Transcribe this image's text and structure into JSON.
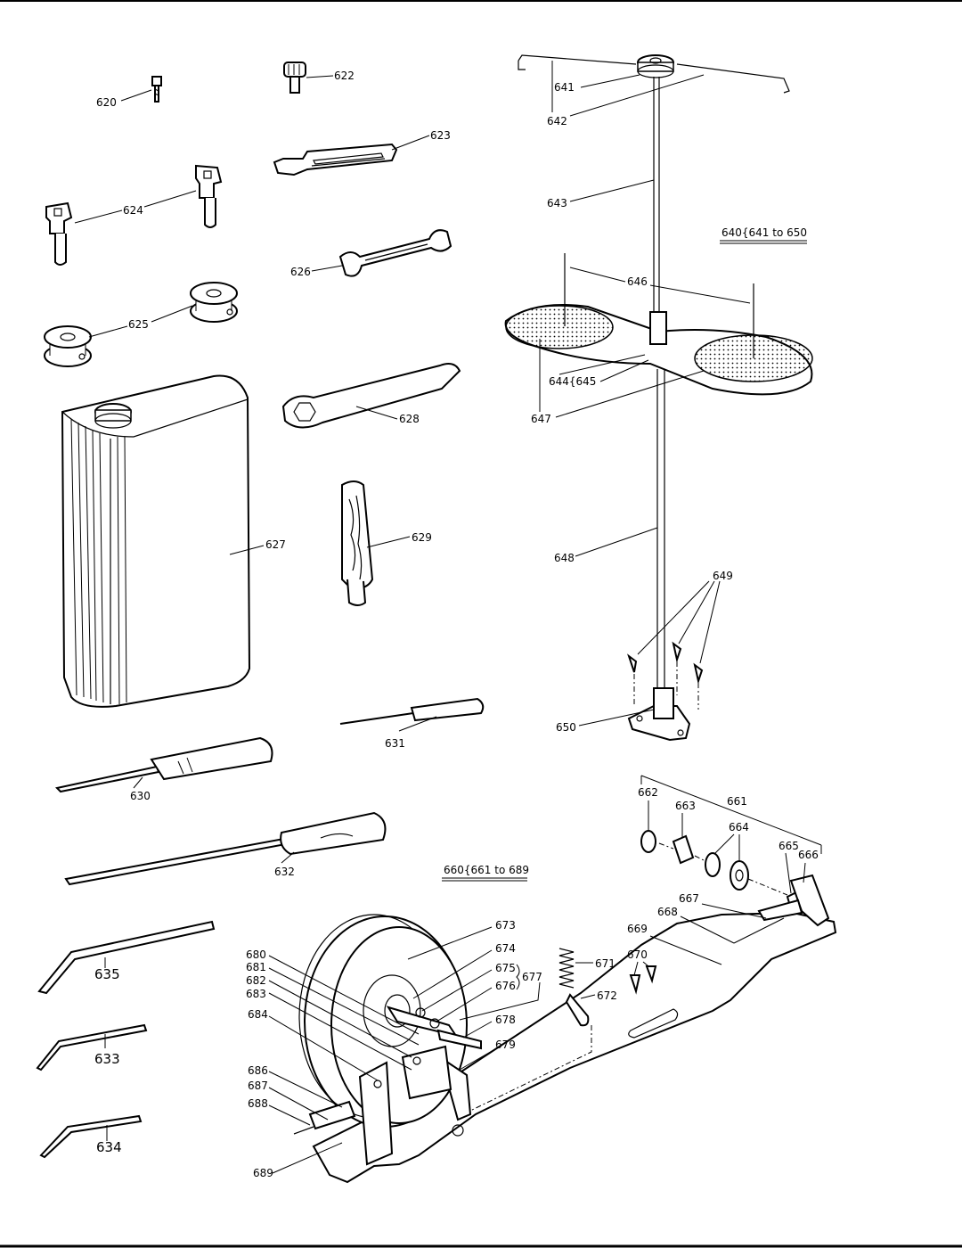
{
  "labels": {
    "l620": "620",
    "l622": "622",
    "l623": "623",
    "l624": "624",
    "l625": "625",
    "l626": "626",
    "l627": "627",
    "l628": "628",
    "l629": "629",
    "l630": "630",
    "l631": "631",
    "l632": "632",
    "l633": "633",
    "l634": "634",
    "l635": "635",
    "l641": "641",
    "l642": "642",
    "l643": "643",
    "l646": "646",
    "l644": "644{645",
    "l647": "647",
    "l648": "648",
    "l649": "649",
    "l650": "650",
    "g640": "640{641 to 650",
    "g660": "660{661 to 689",
    "l661": "661",
    "l662": "662",
    "l663": "663",
    "l664": "664",
    "l665": "665",
    "l666": "666",
    "l667": "667",
    "l668": "668",
    "l669": "669",
    "l670": "670",
    "l671": "671",
    "l672": "672",
    "l673": "673",
    "l674": "674",
    "l675": "675",
    "l676": "676",
    "l677": "677",
    "l678": "678",
    "l679": "679",
    "l680": "680",
    "l681": "681",
    "l682": "682",
    "l683": "683",
    "l684": "684",
    "l686": "686",
    "l687": "687",
    "l688": "688",
    "l689": "689"
  }
}
